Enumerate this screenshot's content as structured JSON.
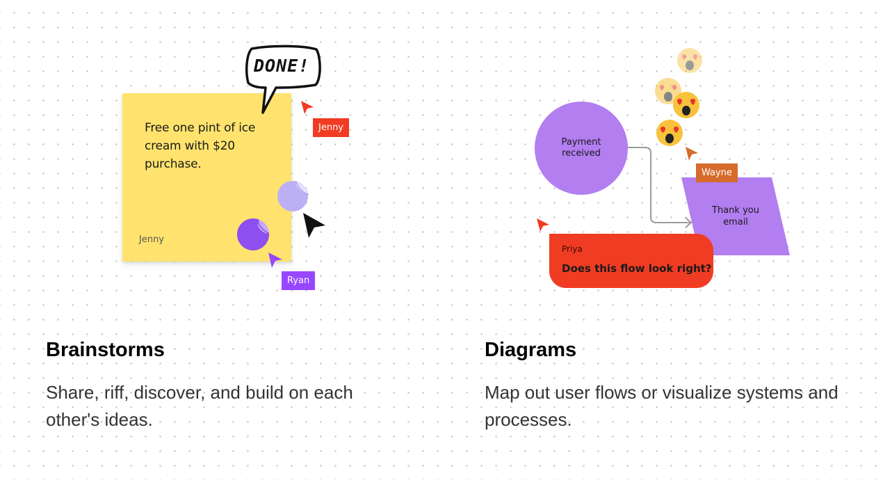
{
  "brainstorm": {
    "sticky_text": "Free one pint of ice cream with $20 purchase.",
    "sticky_author": "Jenny",
    "bubble_text": "DONE!",
    "cursors": {
      "jenny": "Jenny",
      "ryan": "Ryan"
    },
    "heading": "Brainstorms",
    "description": "Share, riff, discover, and build on each other's ideas."
  },
  "diagram": {
    "start_node": "Payment received",
    "end_node": "Thank you email",
    "cursor_wayne": "Wayne",
    "comment": {
      "author": "Priya",
      "text": "Does this flow look right?"
    },
    "heading": "Diagrams",
    "description": "Map out user flows or visualize systems and processes."
  },
  "colors": {
    "sticky": "#ffe36e",
    "jenny": "#f03c23",
    "ryan": "#9747ff",
    "wayne": "#d66b2b",
    "node_purple": "#b27ef0"
  },
  "icons": [
    "speech-bubble-icon",
    "dot-sticker-icon",
    "cursor-arrow-icon",
    "heart-eyes-emoji-icon",
    "shocked-emoji-icon"
  ]
}
